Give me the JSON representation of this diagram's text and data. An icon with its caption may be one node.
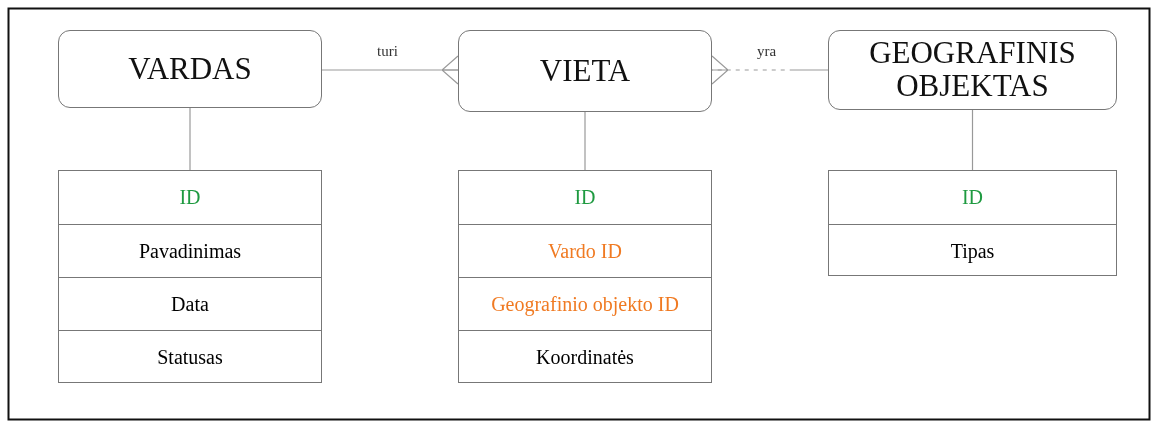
{
  "diagram": {
    "nodes": [
      {
        "text": [
          "VARDAS"
        ]
      },
      {
        "text": [
          "VIETA"
        ]
      },
      {
        "text": [
          "GEOGRAFINIS OBJEKTAS"
        ]
      },
      {
        "text": [],
        "shape": "box"
      },
      {
        "text": [
          "ID"
        ],
        "in": 3
      },
      {
        "text": [
          "Pavadinimas"
        ],
        "in": 3
      },
      {
        "text": [
          "Data"
        ],
        "in": 3
      },
      {
        "text": [
          "Statusas"
        ],
        "in": 3
      },
      {
        "text": [],
        "shape": "box"
      },
      {
        "text": [
          "ID"
        ],
        "in": 8
      },
      {
        "text": [
          "Vardo ID"
        ],
        "in": 8
      },
      {
        "text": [
          "Geografinio objekto ID"
        ],
        "in": 8
      },
      {
        "text": [
          "Koordinatės"
        ],
        "in": 8
      },
      {
        "text": [],
        "shape": "box"
      },
      {
        "text": [
          "ID"
        ],
        "in": 13
      },
      {
        "text": [
          "Tipas"
        ],
        "in": 13
      }
    ],
    "edges": [
      {
        "from": 0,
        "to": 1,
        "arrow": "other",
        "label": "turi"
      },
      {
        "from": 2,
        "to": 1,
        "arrow": "other",
        "label": "yra",
        "style": "dashed"
      },
      {
        "from": 0,
        "to": 3,
        "arrow": "none"
      },
      {
        "from": 1,
        "to": 8,
        "arrow": "none"
      },
      {
        "from": 2,
        "to": 13,
        "arrow": "none"
      }
    ]
  }
}
